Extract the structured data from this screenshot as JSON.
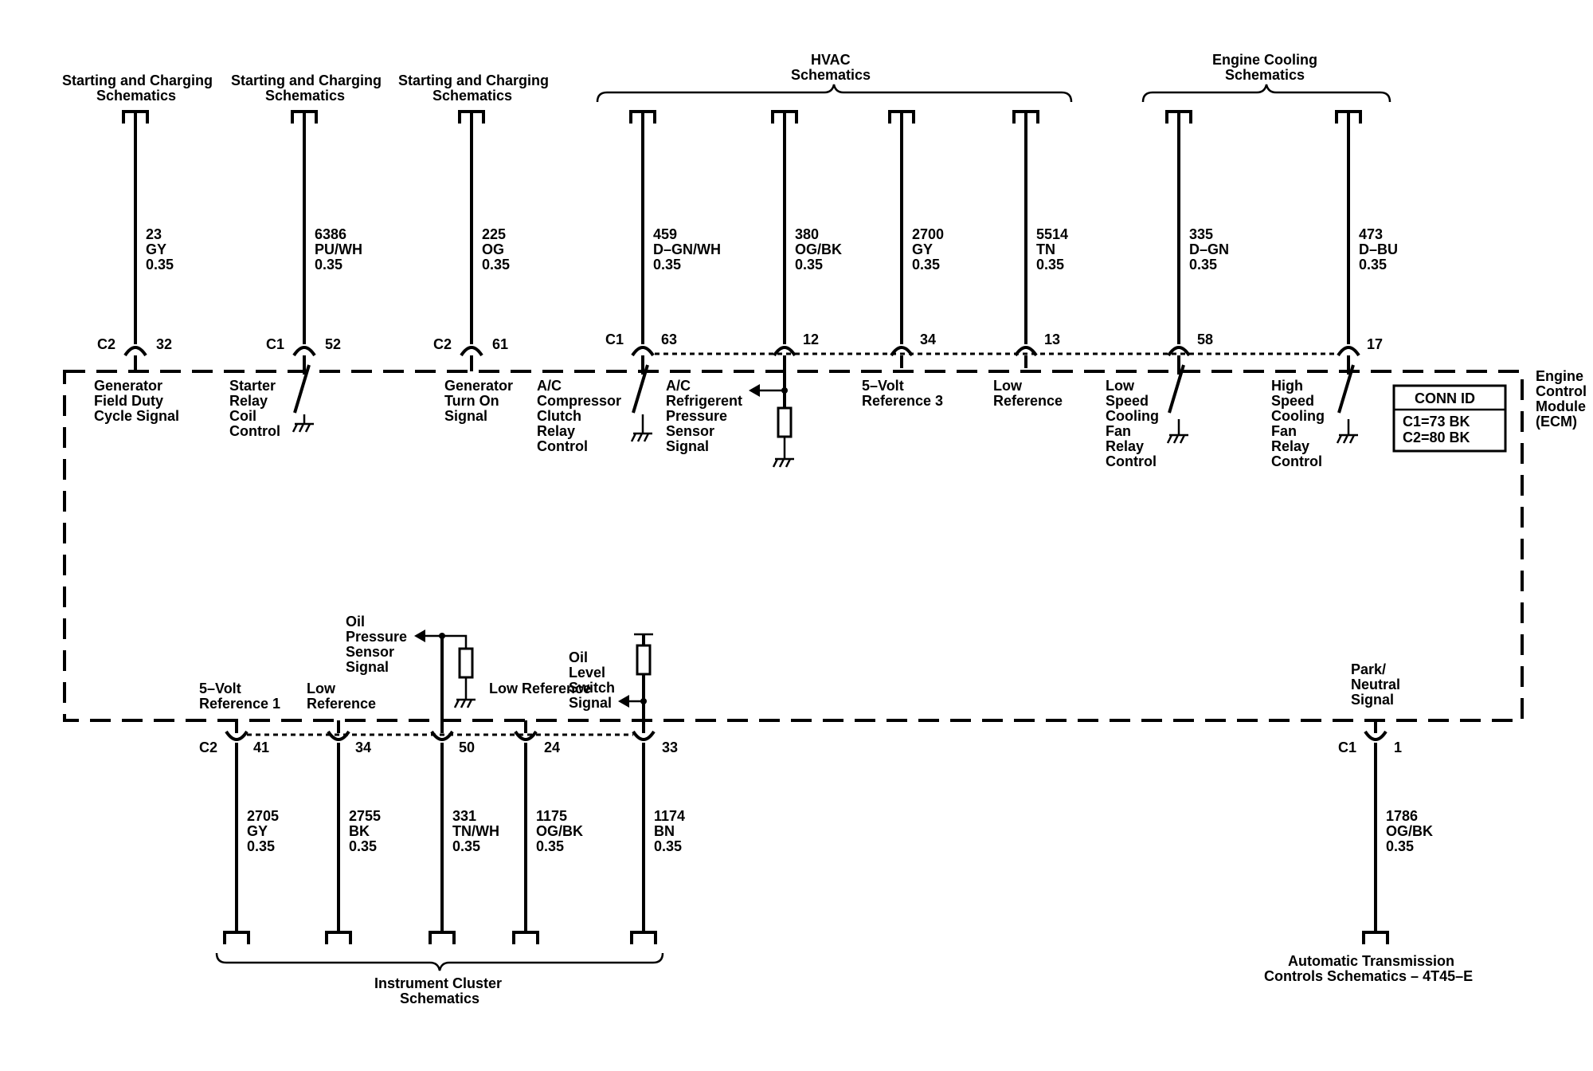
{
  "module": {
    "name_lines": [
      "Engine",
      "Control",
      "Module",
      "(ECM)"
    ]
  },
  "conn_id": {
    "title": "CONN ID",
    "c1": "C1=73 BK",
    "c2": "C2=80 BK"
  },
  "groups": {
    "hvac": [
      "HVAC",
      "Schematics"
    ],
    "engine_cooling": [
      "Engine Cooling",
      "Schematics"
    ],
    "instrument_cluster": [
      "Instrument Cluster",
      "Schematics"
    ]
  },
  "top_destinations": [
    [
      "Starting and Charging",
      "Schematics"
    ],
    [
      "Starting and Charging",
      "Schematics"
    ],
    [
      "Starting and Charging",
      "Schematics"
    ]
  ],
  "bottom_destination": [
    "Automatic Transmission",
    "Controls Schematics – 4T45–E"
  ],
  "top_wires": [
    {
      "connector": "C2",
      "pin": "32",
      "circuit": "23",
      "color": "GY",
      "gauge": "0.35",
      "function": [
        "Generator",
        "Field Duty",
        "Cycle Signal"
      ]
    },
    {
      "connector": "C1",
      "pin": "52",
      "circuit": "6386",
      "color": "PU/WH",
      "gauge": "0.35",
      "function": [
        "Starter",
        "Relay",
        "Coil",
        "Control"
      ]
    },
    {
      "connector": "C2",
      "pin": "61",
      "circuit": "225",
      "color": "OG",
      "gauge": "0.35",
      "function": [
        "Generator",
        "Turn On",
        "Signal"
      ]
    },
    {
      "connector": "C1",
      "pin": "63",
      "circuit": "459",
      "color": "D–GN/WH",
      "gauge": "0.35",
      "function": [
        "A/C",
        "Compressor",
        "Clutch",
        "Relay",
        "Control"
      ]
    },
    {
      "connector": "",
      "pin": "12",
      "circuit": "380",
      "color": "OG/BK",
      "gauge": "0.35",
      "function": [
        "A/C",
        "Refrigerent",
        "Pressure",
        "Sensor",
        "Signal"
      ]
    },
    {
      "connector": "",
      "pin": "34",
      "circuit": "2700",
      "color": "GY",
      "gauge": "0.35",
      "function": [
        "5–Volt",
        "Reference 3"
      ]
    },
    {
      "connector": "",
      "pin": "13",
      "circuit": "5514",
      "color": "TN",
      "gauge": "0.35",
      "function": [
        "Low",
        "Reference"
      ]
    },
    {
      "connector": "",
      "pin": "58",
      "circuit": "335",
      "color": "D–GN",
      "gauge": "0.35",
      "function": [
        "Low",
        "Speed",
        "Cooling",
        "Fan",
        "Relay",
        "Control"
      ]
    },
    {
      "connector": "",
      "pin": "17",
      "circuit": "473",
      "color": "D–BU",
      "gauge": "0.35",
      "function": [
        "High",
        "Speed",
        "Cooling",
        "Fan",
        "Relay",
        "Control"
      ]
    }
  ],
  "bottom_wires": [
    {
      "connector": "C2",
      "pin": "41",
      "circuit": "2705",
      "color": "GY",
      "gauge": "0.35",
      "function": [
        "5–Volt",
        "Reference 1"
      ]
    },
    {
      "connector": "",
      "pin": "34",
      "circuit": "2755",
      "color": "BK",
      "gauge": "0.35",
      "function": [
        "Low",
        "Reference"
      ]
    },
    {
      "connector": "",
      "pin": "50",
      "circuit": "331",
      "color": "TN/WH",
      "gauge": "0.35",
      "function": [
        "Oil",
        "Pressure",
        "Sensor",
        "Signal"
      ]
    },
    {
      "connector": "",
      "pin": "24",
      "circuit": "1175",
      "color": "OG/BK",
      "gauge": "0.35",
      "function": [
        "Low Reference"
      ]
    },
    {
      "connector": "",
      "pin": "33",
      "circuit": "1174",
      "color": "BN",
      "gauge": "0.35",
      "function": [
        "Oil",
        "Level",
        "Switch",
        "Signal"
      ]
    },
    {
      "connector": "C1",
      "pin": "1",
      "circuit": "1786",
      "color": "OG/BK",
      "gauge": "0.35",
      "function": [
        "Park/",
        "Neutral",
        "Signal"
      ]
    }
  ]
}
